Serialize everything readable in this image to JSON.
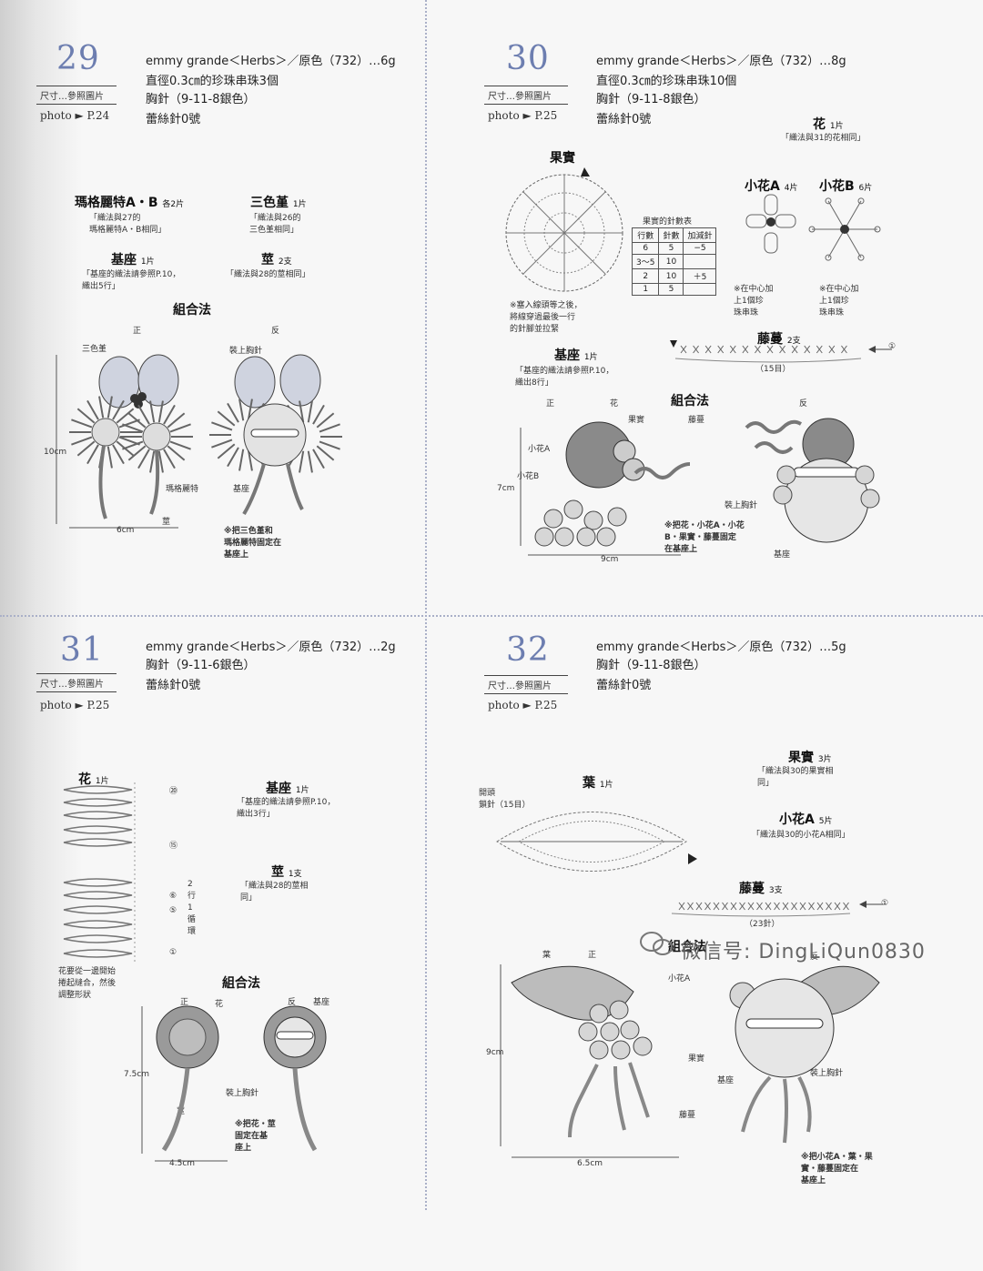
{
  "p29": {
    "num": "29",
    "size": "尺寸…參照圖片",
    "photo": "photo ► P.24",
    "lines": [
      "emmy grande＜Herbs＞／原色（732）…6g",
      "直徑0.3㎝的珍珠串珠3個",
      "胸針（9-11-8銀色）",
      "蕾絲針0號"
    ],
    "marg_title": "瑪格麗特A・B",
    "marg_cnt": "各2片",
    "marg_note": [
      "「織法與27的",
      "瑪格麗特A・B相同」"
    ],
    "pansy_title": "三色堇",
    "pansy_cnt": "1片",
    "pansy_note": [
      "「織法與26的",
      "三色堇相同」"
    ],
    "base_title": "基座",
    "base_cnt": "1片",
    "base_note": [
      "「基座的織法請參照P.10，",
      "織出5行」"
    ],
    "stem_title": "莖",
    "stem_cnt": "2支",
    "stem_note": "「織法與28的莖相同」",
    "assembly": "組合法",
    "front": "正",
    "back": "反",
    "l_pansy": "三色堇",
    "l_brooch": "裝上胸針",
    "l_marg": "瑪格麗特",
    "l_base": "基座",
    "l_stem": "莖",
    "dim_h": "10cm",
    "dim_w": "6cm",
    "footnote": [
      "※把三色堇和",
      "瑪格麗特固定在",
      "基座上"
    ]
  },
  "p30": {
    "num": "30",
    "size": "尺寸…參照圖片",
    "photo": "photo ► P.25",
    "lines": [
      "emmy grande＜Herbs＞／原色（732）…8g",
      "直徑0.3㎝的珍珠串珠10個",
      "胸針（9-11-8銀色）",
      "蕾絲針0號"
    ],
    "flower_title": "花",
    "flower_cnt": "1片",
    "flower_note": "「織法與31的花相同」",
    "fruit_title": "果實",
    "fruit_note": [
      "※塞入線頭等之後，",
      "將線穿過最後一行",
      "的針腳並拉緊"
    ],
    "table_title": "果實的針數表",
    "table_head": [
      "行數",
      "針數",
      "加減針"
    ],
    "table_rows": [
      [
        "6",
        "5",
        "−5"
      ],
      [
        "3～5",
        "10",
        ""
      ],
      [
        "2",
        "10",
        "＋5"
      ],
      [
        "1",
        "5",
        ""
      ]
    ],
    "fa_title": "小花A",
    "fa_cnt": "4片",
    "fb_title": "小花B",
    "fb_cnt": "6片",
    "fab_note": [
      "※在中心加",
      "上1個珍",
      "珠串珠"
    ],
    "vine_title": "藤蔓",
    "vine_cnt": "2支",
    "vine_len": "（15目）",
    "vine_start": "①",
    "base_title": "基座",
    "base_cnt": "1片",
    "base_note": [
      "「基座的織法請參照P.10，",
      "織出8行」"
    ],
    "assembly": "組合法",
    "front": "正",
    "back": "反",
    "l_flower": "花",
    "l_fruit": "果實",
    "l_vine": "藤蔓",
    "l_fa": "小花A",
    "l_fb": "小花B",
    "l_brooch": "裝上胸針",
    "l_base": "基座",
    "dim_h": "7cm",
    "dim_w": "9cm",
    "footnote": [
      "※把花・小花A・小花",
      "B・果實・藤蔓固定",
      "在基座上"
    ]
  },
  "p31": {
    "num": "31",
    "size": "尺寸…參照圖片",
    "photo": "photo ► P.25",
    "lines": [
      "emmy grande＜Herbs＞／原色（732）…2g",
      "胸針（9-11-6銀色）",
      "蕾絲針0號"
    ],
    "flower_title": "花",
    "flower_cnt": "1片",
    "rows": [
      "⑳",
      "⑮",
      "⑥",
      "⑤",
      "①"
    ],
    "rep_note": [
      "2",
      "行",
      "1",
      "循",
      "環"
    ],
    "flower_note": [
      "花要從一邊開始",
      "捲起縫合，然後",
      "調整形狀"
    ],
    "base_title": "基座",
    "base_cnt": "1片",
    "base_note": [
      "「基座的織法請參照P.10，",
      "織出3行」"
    ],
    "stem_title": "莖",
    "stem_cnt": "1支",
    "stem_note": [
      "「織法與28的莖相",
      "同」"
    ],
    "assembly": "組合法",
    "front": "正",
    "back": "反",
    "l_flower": "花",
    "l_base": "基座",
    "l_brooch": "裝上胸針",
    "l_stem": "莖",
    "dim_h": "7.5cm",
    "dim_w": "4.5cm",
    "footnote": [
      "※把花・莖",
      "固定在基",
      "座上"
    ]
  },
  "p32": {
    "num": "32",
    "size": "尺寸…參照圖片",
    "photo": "photo ► P.25",
    "lines": [
      "emmy grande＜Herbs＞／原色（732）…5g",
      "胸針（9-11-8銀色）",
      "蕾絲針0號"
    ],
    "leaf_title": "葉",
    "leaf_cnt": "1片",
    "leaf_note": [
      "開頭",
      "鎖針（15目）"
    ],
    "fruit_title": "果實",
    "fruit_cnt": "3片",
    "fruit_note": [
      "「織法與30的果實相",
      "同」"
    ],
    "fa_title": "小花A",
    "fa_cnt": "5片",
    "fa_note": "「織法與30的小花A相同」",
    "vine_title": "藤蔓",
    "vine_cnt": "3支",
    "vine_len": "（23針）",
    "vine_start": "①",
    "assembly": "組合法",
    "front": "正",
    "back": "反",
    "l_leaf": "葉",
    "l_fa": "小花A",
    "l_fruit": "果實",
    "l_base": "基座",
    "l_brooch": "裝上胸針",
    "l_vine": "藤蔓",
    "dim_h": "9cm",
    "dim_w": "6.5cm",
    "footnote": [
      "※把小花A・葉・果",
      "實・藤蔓固定在",
      "基座上"
    ]
  },
  "watermark": "微信号: DingLiQun0830"
}
